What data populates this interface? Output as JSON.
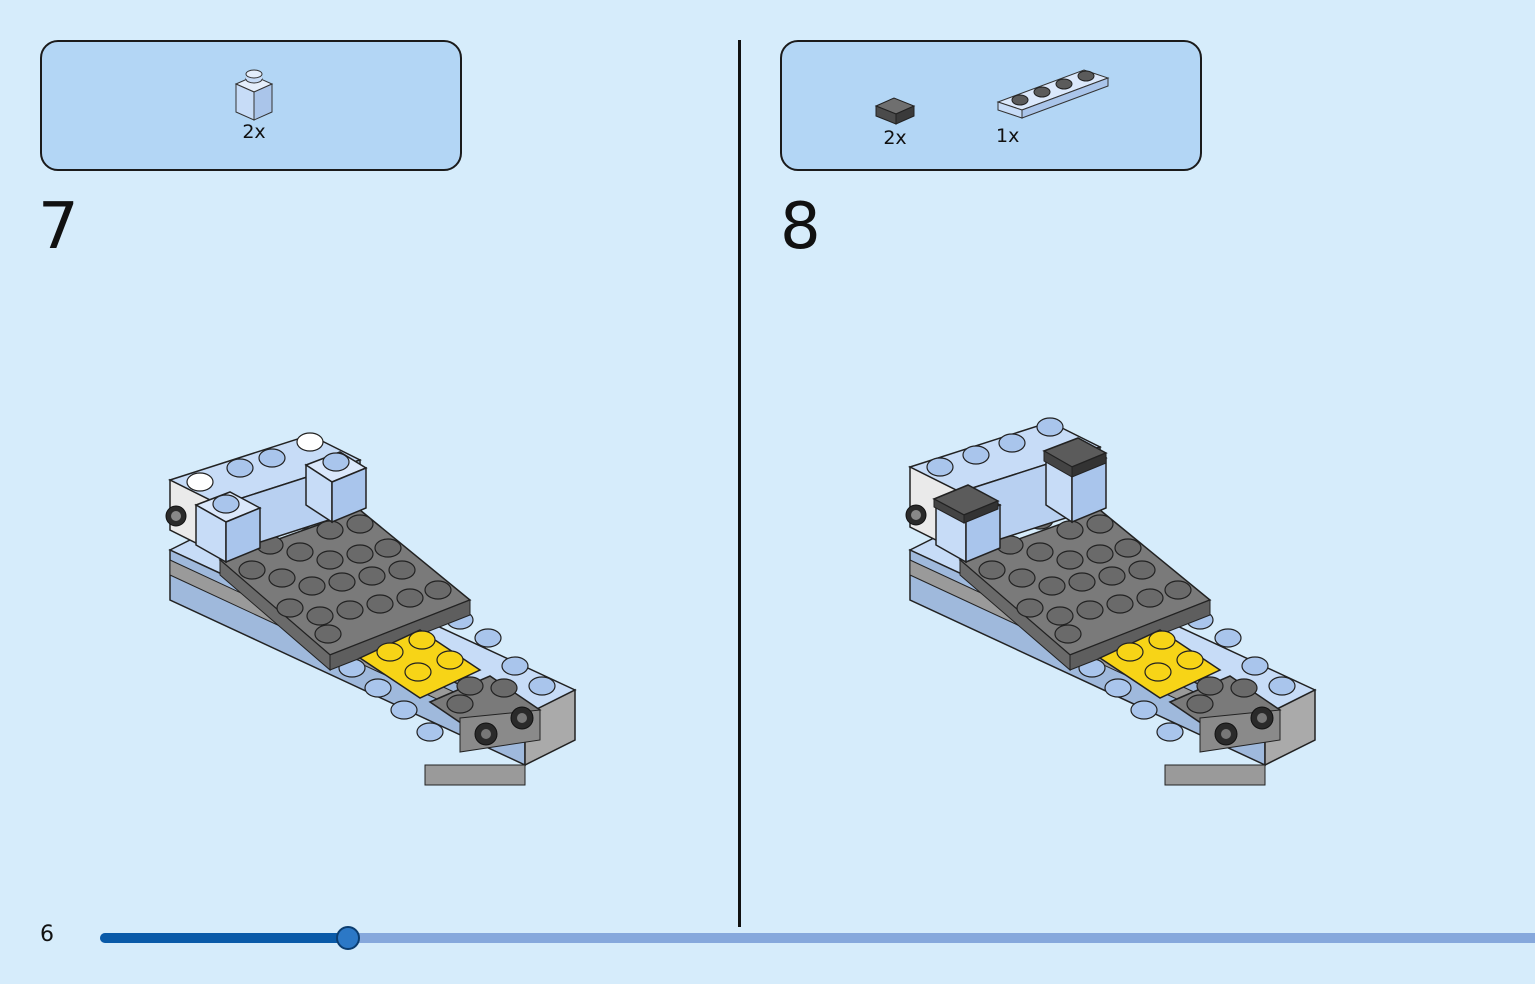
{
  "steps": [
    {
      "number": "7",
      "parts": [
        {
          "qty": "2x",
          "icon": "brick-1x1-light-blue-icon",
          "color": "#c7dcf7"
        }
      ]
    },
    {
      "number": "8",
      "parts": [
        {
          "qty": "2x",
          "icon": "tile-1x1-dark-grey-icon",
          "color": "#5b5b5b"
        },
        {
          "qty": "1x",
          "icon": "plate-1x4-light-blue-icon",
          "color": "#c7dcf7"
        }
      ]
    }
  ],
  "page": {
    "number": "6"
  },
  "progress": {
    "fraction": 0.173
  },
  "colors": {
    "background": "#d6ecfb",
    "parts_box": "#b3d6f5",
    "light_blue_brick": "#c7dcf7",
    "dark_grey_plate": "#7a7a7a",
    "yellow_plate": "#f7d417",
    "progress_fill": "#0a5aa8",
    "progress_track": "#86a8dc"
  }
}
